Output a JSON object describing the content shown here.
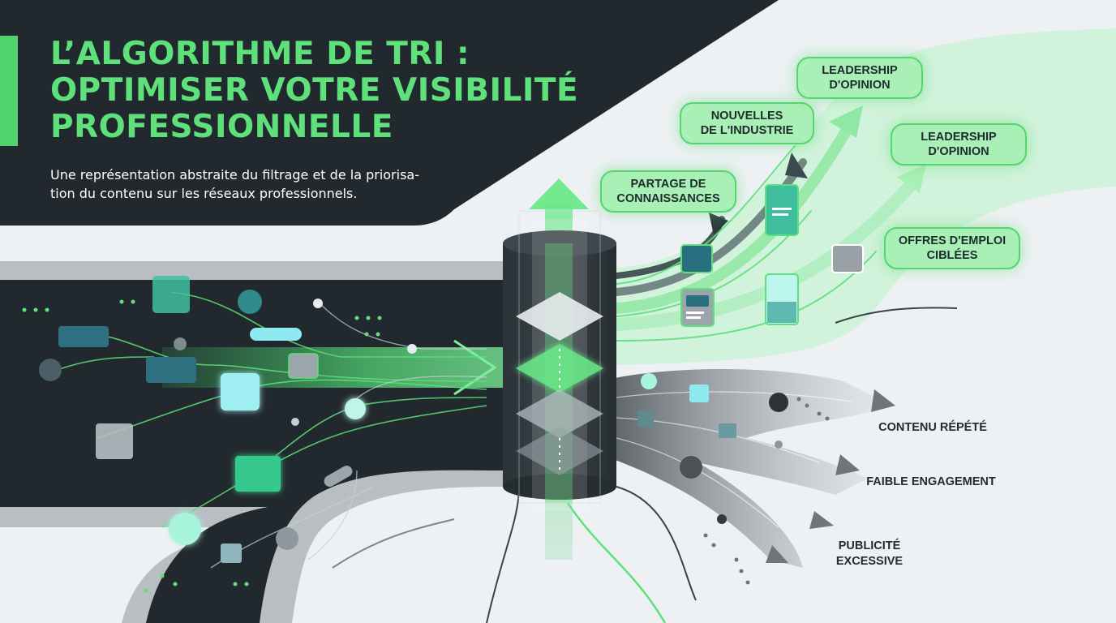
{
  "title": {
    "lines": [
      "L’ALGORITHME DE TRI :",
      "OPTIMISER VOTRE VISIBILITÉ",
      "PROFESSIONNELLE"
    ]
  },
  "subtitle": {
    "lines": [
      "Une représentation abstraite du filtrage et de la priorisa-",
      "tion du contenu sur les réseaux professionnels."
    ]
  },
  "outputs_prioritized": [
    "PARTAGE DE\nCONNAISSANCES",
    "NOUVELLES\nDE L'INDUSTRIE",
    "LEADERSHIP\nD'OPINION",
    "LEADERSHIP\nD'OPINION",
    "OFFRES D'EMPLOI\nCIBLÉES"
  ],
  "outputs_filtered": [
    "CONTENU RÉPÉTÉ",
    "FAIBLE ENGAGEMENT",
    "PUBLICITÉ\nEXCESSIVE"
  ],
  "colors": {
    "dark": "#22292e",
    "accent_green": "#5ee07a",
    "pill_fill": "#a9f0b6",
    "gray_flow": "#7d858c",
    "background": "#eef1f4"
  },
  "icons": [
    "document-icon",
    "image-card-icon",
    "data-node-icon",
    "upward-arrow-icon",
    "filter-layer-icon"
  ]
}
